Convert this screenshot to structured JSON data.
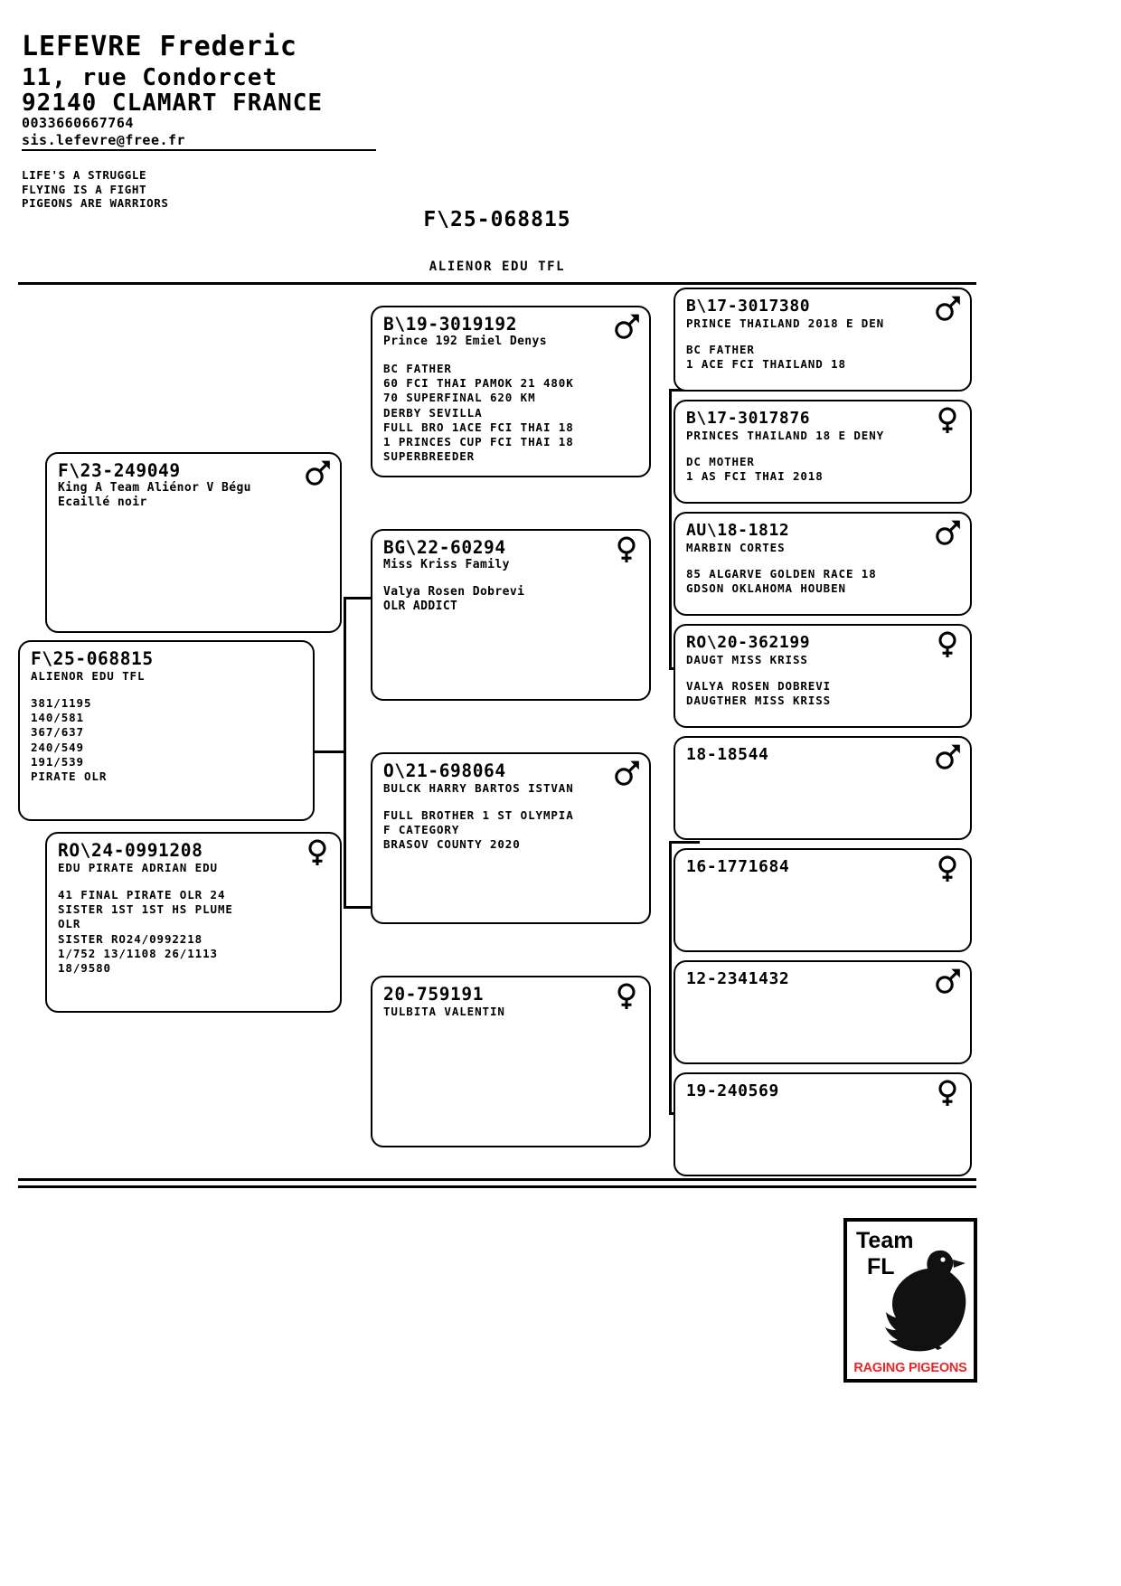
{
  "header": {
    "breeder_name": "LEFEVRE Frederic",
    "street": "11, rue Condorcet",
    "city": "92140 CLAMART FRANCE",
    "phone": "0033660667764",
    "email": "sis.lefevre@free.fr",
    "motto": "LIFE'S A STRUGGLE\nFLYING IS A FIGHT\nPIGEONS ARE WARRIORS"
  },
  "title": {
    "ring": "F\\25-068815",
    "bird_name": "ALIENOR EDU TFL"
  },
  "subject": {
    "ring": "F\\25-068815",
    "name": "ALIENOR EDU TFL",
    "notes": "381/1195\n140/581\n367/637\n240/549\n191/539\nPIRATE OLR"
  },
  "sire": {
    "ring": "F\\23-249049",
    "name": "King A Team Aliénor V Bégu",
    "notes": "Ecaillé noir",
    "sex": "male"
  },
  "dam": {
    "ring": "RO\\24-0991208",
    "name": "EDU PIRATE ADRIAN EDU",
    "notes": "41 FINAL PIRATE OLR 24\nSISTER 1ST 1ST HS PLUME\nOLR\nSISTER RO24/0992218\n1/752 13/1108 26/1113\n18/9580",
    "sex": "female"
  },
  "gen2": [
    {
      "ring": "B\\19-3019192",
      "name": "Prince 192 Emiel Denys",
      "notes": "BC FATHER\n60 FCI THAI PAMOK 21 480K\n70 SUPERFINAL 620 KM\nDERBY SEVILLA\nFULL BRO 1ACE FCI THAI 18\n1 PRINCES CUP FCI THAI 18\nSUPERBREEDER",
      "sex": "male"
    },
    {
      "ring": "BG\\22-60294",
      "name": "Miss Kriss Family",
      "notes": "Valya Rosen Dobrevi\nOLR ADDICT",
      "sex": "female"
    },
    {
      "ring": "O\\21-698064",
      "name": "BULCK HARRY BARTOS ISTVAN",
      "notes": "FULL BROTHER 1 ST OLYMPIA\nF CATEGORY\nBRASOV COUNTY 2020",
      "sex": "male"
    },
    {
      "ring": "20-759191",
      "name": "TULBITA VALENTIN",
      "notes": "",
      "sex": "female"
    }
  ],
  "gen3": [
    {
      "ring": "B\\17-3017380",
      "name": "PRINCE THAILAND 2018 E DEN",
      "notes": "BC FATHER\n1 ACE FCI THAILAND 18",
      "sex": "male"
    },
    {
      "ring": "B\\17-3017876",
      "name": "PRINCES THAILAND 18 E DENY",
      "notes": "DC MOTHER\n1 AS FCI THAI 2018",
      "sex": "female"
    },
    {
      "ring": "AU\\18-1812",
      "name": "MARBIN CORTES",
      "notes": "85 ALGARVE GOLDEN RACE 18\nGDSON OKLAHOMA HOUBEN",
      "sex": "male"
    },
    {
      "ring": "RO\\20-362199",
      "name": "DAUGT MISS KRISS",
      "notes": "VALYA ROSEN DOBREVI\nDAUGTHER MISS KRISS",
      "sex": "female"
    },
    {
      "ring": "18-18544",
      "name": "",
      "notes": "",
      "sex": "male"
    },
    {
      "ring": "16-1771684",
      "name": "",
      "notes": "",
      "sex": "female"
    },
    {
      "ring": "12-2341432",
      "name": "",
      "notes": "",
      "sex": "male"
    },
    {
      "ring": "19-240569",
      "name": "",
      "notes": "",
      "sex": "female"
    }
  ],
  "logo": {
    "line1": "Team",
    "line2": "FL",
    "caption": "RAGING PIGEONS",
    "caption_color": "#e8262a"
  }
}
